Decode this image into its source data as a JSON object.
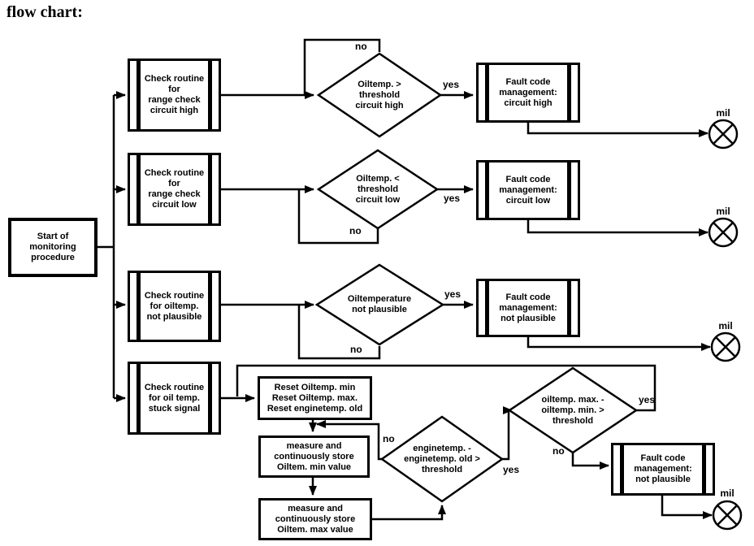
{
  "title": "flow chart:",
  "labels": {
    "yes": "yes",
    "no": "no",
    "mil": "mil"
  },
  "nodes": {
    "start": {
      "label": "Start of monitoring\nprocedure"
    },
    "check_circuit_high": {
      "label": "Check routine\nfor\nrange check\ncircuit high"
    },
    "check_circuit_low": {
      "label": "Check routine\nfor\nrange check\ncircuit low"
    },
    "check_not_plausible": {
      "label": "Check routine\nfor oiltemp.\nnot plausible"
    },
    "check_stuck_signal": {
      "label": "Check routine\nfor oil temp.\nstuck signal"
    },
    "decision_circuit_high": {
      "label": "Oiltemp. >\nthreshold\ncircuit high"
    },
    "decision_circuit_low": {
      "label": "Oiltemp. <\nthreshold\ncircuit low"
    },
    "decision_not_plausible": {
      "label": "Oiltemperature\nnot plausible"
    },
    "decision_enginetemp": {
      "label": "enginetemp. -\nenginetemp. old >\nthreshold"
    },
    "decision_oiltemp_delta": {
      "label": "oiltemp. max. -\noiltemp. min. >\nthreshold"
    },
    "fault_circuit_high": {
      "label": "Fault code\nmanagement:\ncircuit high"
    },
    "fault_circuit_low": {
      "label": "Fault code\nmanagement:\ncircuit low"
    },
    "fault_not_plausible": {
      "label": "Fault code\nmanagement:\nnot plausible"
    },
    "fault_stuck_not_plausible": {
      "label": "Fault code\nmanagement:\nnot plausible"
    },
    "reset_values": {
      "label": "Reset Oiltemp. min\nReset Oiltemp. max.\nReset enginetemp. old"
    },
    "measure_min": {
      "label": "measure and\ncontinuously store\nOiltem. min value"
    },
    "measure_max": {
      "label": "measure and\ncontinuously store\nOiltem. max value"
    }
  }
}
